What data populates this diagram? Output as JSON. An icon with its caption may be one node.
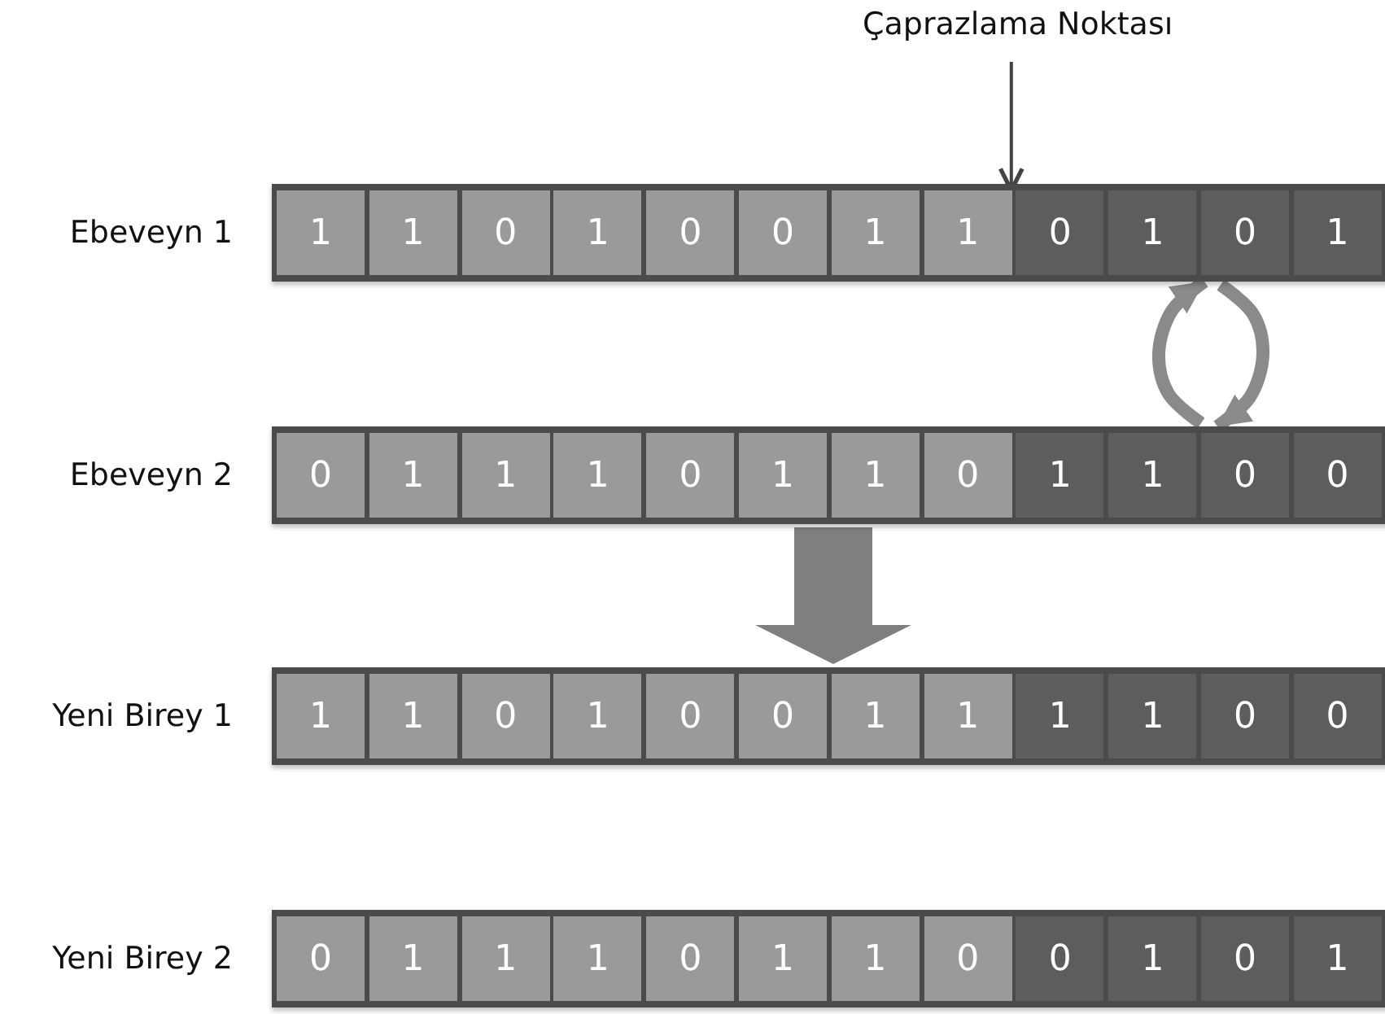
{
  "diagram": {
    "nodes": [
      {
        "text": [
          "Çaprazlama Noktası"
        ]
      },
      {
        "text": [
          "Ebeveyn 1"
        ]
      },
      {
        "text": [
          "1"
        ],
        "in": 1
      },
      {
        "text": [
          "1"
        ],
        "in": 1
      },
      {
        "text": [
          "0"
        ],
        "in": 1
      },
      {
        "text": [
          "1"
        ],
        "in": 1
      },
      {
        "text": [
          "0"
        ],
        "in": 1
      },
      {
        "text": [
          "0"
        ],
        "in": 1
      },
      {
        "text": [
          "1"
        ],
        "in": 1
      },
      {
        "text": [
          "1"
        ],
        "in": 1
      },
      {
        "text": [
          "0"
        ],
        "in": 1
      },
      {
        "text": [
          "1"
        ],
        "in": 1
      },
      {
        "text": [
          "0"
        ],
        "in": 1
      },
      {
        "text": [
          "1"
        ],
        "in": 1
      },
      {
        "text": [
          "Ebeveyn 2"
        ]
      },
      {
        "text": [
          "0"
        ],
        "in": 14
      },
      {
        "text": [
          "1"
        ],
        "in": 14
      },
      {
        "text": [
          "1"
        ],
        "in": 14
      },
      {
        "text": [
          "1"
        ],
        "in": 14
      },
      {
        "text": [
          "0"
        ],
        "in": 14
      },
      {
        "text": [
          "1"
        ],
        "in": 14
      },
      {
        "text": [
          "1"
        ],
        "in": 14
      },
      {
        "text": [
          "0"
        ],
        "in": 14
      },
      {
        "text": [
          "1"
        ],
        "in": 14
      },
      {
        "text": [
          "1"
        ],
        "in": 14
      },
      {
        "text": [
          "0"
        ],
        "in": 14
      },
      {
        "text": [
          "0"
        ],
        "in": 14
      },
      {
        "text": [
          "Yeni Birey 1"
        ]
      },
      {
        "text": [
          "1"
        ],
        "in": 27
      },
      {
        "text": [
          "1"
        ],
        "in": 27
      },
      {
        "text": [
          "0"
        ],
        "in": 27
      },
      {
        "text": [
          "1"
        ],
        "in": 27
      },
      {
        "text": [
          "0"
        ],
        "in": 27
      },
      {
        "text": [
          "0"
        ],
        "in": 27
      },
      {
        "text": [
          "1"
        ],
        "in": 27
      },
      {
        "text": [
          "1"
        ],
        "in": 27
      },
      {
        "text": [
          "1"
        ],
        "in": 27
      },
      {
        "text": [
          "1"
        ],
        "in": 27
      },
      {
        "text": [
          "0"
        ],
        "in": 27
      },
      {
        "text": [
          "0"
        ],
        "in": 27
      },
      {
        "text": [
          "Yeni Birey 2"
        ]
      },
      {
        "text": [
          "0"
        ],
        "in": 40
      },
      {
        "text": [
          "1"
        ],
        "in": 40
      },
      {
        "text": [
          "1"
        ],
        "in": 40
      },
      {
        "text": [
          "1"
        ],
        "in": 40
      },
      {
        "text": [
          "0"
        ],
        "in": 40
      },
      {
        "text": [
          "1"
        ],
        "in": 40
      },
      {
        "text": [
          "1"
        ],
        "in": 40
      },
      {
        "text": [
          "0"
        ],
        "in": 40
      },
      {
        "text": [
          "0"
        ],
        "in": 40
      },
      {
        "text": [
          "1"
        ],
        "in": 40
      },
      {
        "text": [
          "0"
        ],
        "in": 40
      },
      {
        "text": [
          "1"
        ],
        "in": 40
      }
    ],
    "edges": [
      {
        "from": 0,
        "to": 9,
        "arrow": "to"
      },
      {
        "from": 14,
        "to": 27,
        "arrow": "to",
        "style": "thick"
      },
      {
        "from": 1,
        "to": 14,
        "arrow": "to",
        "color": "#8a8a8a"
      },
      {
        "from": 14,
        "to": 1,
        "arrow": "to",
        "color": "#8a8a8a"
      }
    ]
  }
}
